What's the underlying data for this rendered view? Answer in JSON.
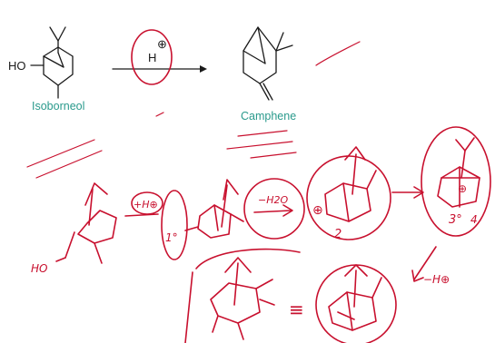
{
  "printed": {
    "hydroxyl_label": "HO",
    "reactant_name": "Isoborneol",
    "catalyst_label": "H",
    "catalyst_charge": "⊕",
    "product_name": "Camphene"
  },
  "handwriting": {
    "ho_label": "HO",
    "proton_label": "+H⊕",
    "primary_label": "1°",
    "water_loss_label": "−H2O",
    "carbocation_plus": "⊕",
    "secondary_label": "2",
    "tertiary_label": "3°",
    "tertiary_extra": "4",
    "plus_sign": "⊕",
    "proton_loss_label": "−H⊕",
    "equals_sign": "≡"
  },
  "colors": {
    "printed_ink": "#1a1a1a",
    "name_teal": "#2a9a8c",
    "annotation_red": "#c8102e"
  }
}
